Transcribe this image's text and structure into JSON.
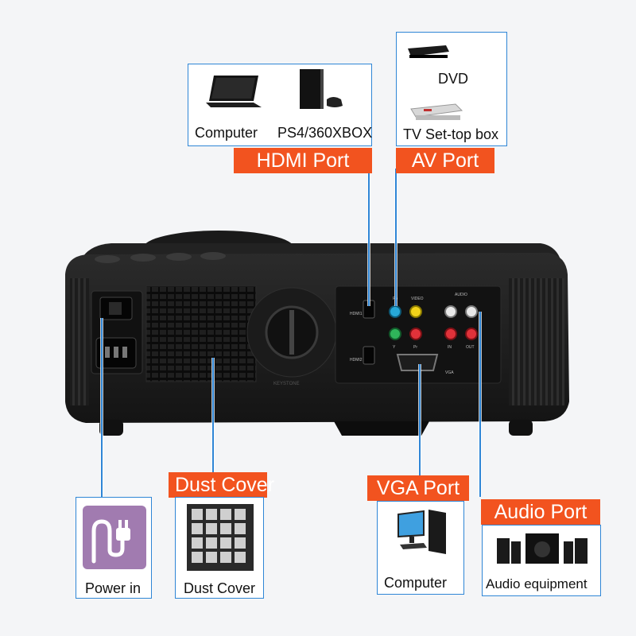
{
  "hdmi": {
    "tag": "HDMI Port",
    "devices": [
      {
        "label": "Computer",
        "icon": "laptop-icon"
      },
      {
        "label": "PS4/360XBOX",
        "icon": "game-console-icon"
      }
    ]
  },
  "av": {
    "tag": "AV Port",
    "devices": [
      {
        "label": "DVD",
        "icon": "dvd-player-icon"
      },
      {
        "label": "TV Set-top box",
        "icon": "set-top-box-icon"
      }
    ]
  },
  "power": {
    "label": "Power in",
    "icon": "power-plug-icon"
  },
  "dust": {
    "tag": "Dust Cover",
    "label": "Dust Cover",
    "icon": "dust-filter-icon"
  },
  "vga": {
    "tag": "VGA Port",
    "label": "Computer",
    "icon": "desktop-computer-icon"
  },
  "audio": {
    "tag": "Audio Port",
    "label": "Audio equipment",
    "icon": "speakers-icon"
  },
  "panel": {
    "hdmi1": "HDMI1",
    "hdmi2": "HDMI2",
    "pb": "Pb",
    "video": "VIDEO",
    "audio": "AUDIO",
    "y": "Y",
    "pr": "Pr",
    "in": "IN",
    "out": "OUT",
    "vga": "VGA",
    "focus": "KEYSTONE"
  },
  "colors": {
    "accent": "#2f86d6",
    "tag": "#f2531f"
  }
}
